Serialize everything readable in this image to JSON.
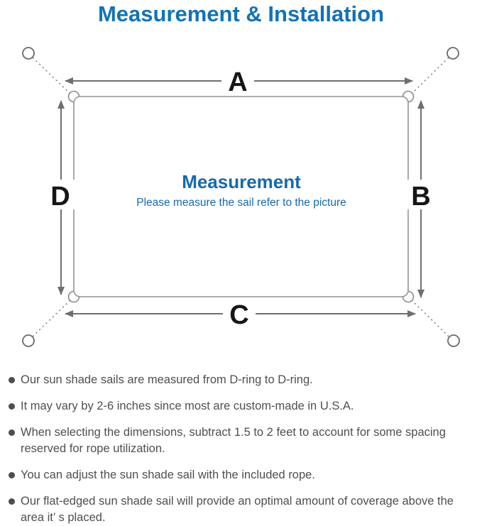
{
  "page": {
    "title": "Measurement & Installation"
  },
  "diagram": {
    "labels": {
      "top": "A",
      "right": "B",
      "bottom": "C",
      "left": "D"
    },
    "center_title": "Measurement",
    "center_subtitle": "Please measure the sail refer to the picture"
  },
  "notes": {
    "items": [
      {
        "text": "Our sun shade sails are measured from D-ring to D-ring."
      },
      {
        "text": "It may vary by 2-6 inches since most are custom-made in U.S.A."
      },
      {
        "text": "When selecting the dimensions, subtract 1.5 to 2 feet to account for some spacing reserved for rope utilization."
      },
      {
        "text": "You can adjust the sun shade sail with the included rope."
      },
      {
        "text": "Our flat-edged sun shade sail will provide an optimal amount of coverage above the area it’ s placed."
      }
    ]
  },
  "colors": {
    "accent_blue_title": "#1272b8",
    "accent_blue_center": "#1769ae",
    "diagram_gray": "#6f6f6f",
    "outline_gray": "#949494",
    "note_text_gray": "#4f4f4f",
    "letter_black": "#161616"
  }
}
